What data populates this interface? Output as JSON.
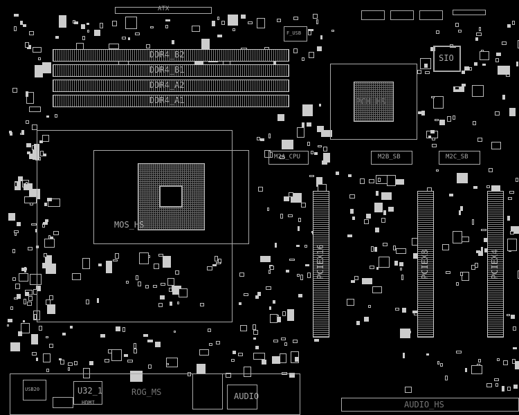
{
  "board": {
    "atx_label": "ATX",
    "dimms": [
      "DDR4_B2",
      "DDR4_B1",
      "DDR4_A2",
      "DDR4_A1"
    ],
    "pch_label": "PCH_HS",
    "sio_label": "SIO",
    "fusb_label": "F_USB",
    "m2": [
      "M2A_CPU",
      "M2B_SB",
      "M2C_SB"
    ],
    "mos_label": "MOS_HS",
    "pcie": [
      "PCIEX16",
      "PCIEX8",
      "PCIEX4"
    ],
    "io": {
      "usb": "USB20",
      "u32": "U32_1",
      "hdmi": "HDMI",
      "rog": "ROG_MS",
      "audio": "AUDIO",
      "audio_hs": "AUDIO_HS"
    }
  }
}
